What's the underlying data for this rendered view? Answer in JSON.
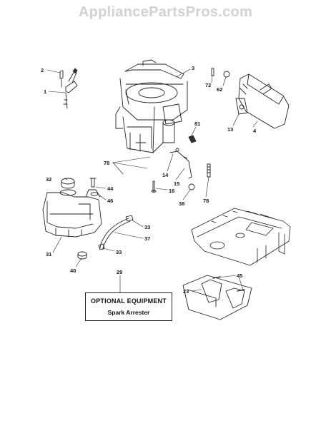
{
  "watermark": "AppliancePartsPros.com",
  "callouts": {
    "c2": "2",
    "c1": "1",
    "c3": "3",
    "c72": "72",
    "c62": "62",
    "c13": "13",
    "c4": "4",
    "c81": "81",
    "c78a": "78",
    "c14": "14",
    "c15": "15",
    "c78b": "78",
    "c32": "32",
    "c44": "44",
    "c46": "46",
    "c16": "16",
    "c38": "38",
    "c33a": "33",
    "c37": "37",
    "c33b": "33",
    "c31": "31",
    "c40": "40",
    "c29": "29",
    "c45": "45",
    "c23": "23"
  },
  "optional_box": {
    "title": "OPTIONAL EQUIPMENT",
    "subtitle": "Spark Arrester"
  }
}
